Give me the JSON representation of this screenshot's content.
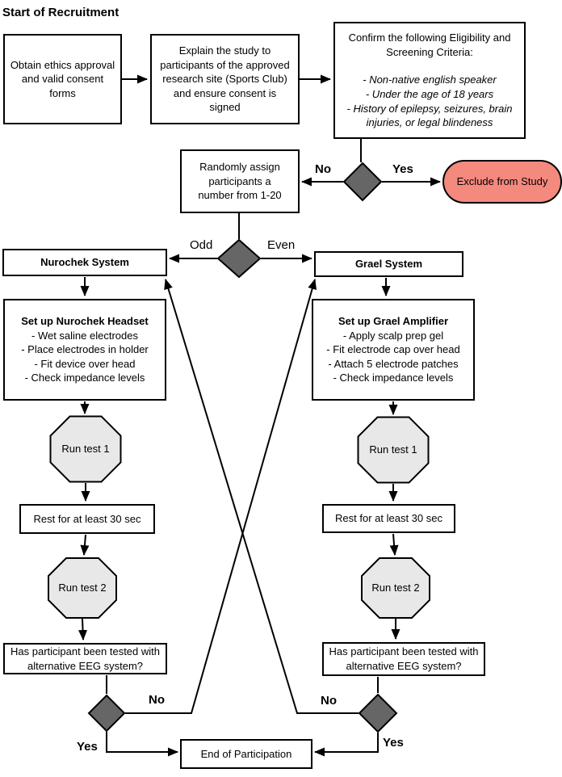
{
  "title": "Start of Recruitment",
  "colors": {
    "stroke": "#000000",
    "decision_fill": "#666666",
    "test_fill": "#e8e8e8",
    "exclude_fill": "#f4897e"
  },
  "labels": {
    "no": "No",
    "yes": "Yes",
    "odd": "Odd",
    "even": "Even"
  },
  "nodes": {
    "obtain_ethics": {
      "label": "Obtain ethics approval and valid consent forms"
    },
    "explain_study": {
      "label": "Explain the study to participants of the approved research site (Sports Club) and ensure consent is signed"
    },
    "eligibility": {
      "heading": "Confirm the following Eligibility and Screening Criteria:",
      "items": [
        "- Non-native english speaker",
        "- Under the age of 18 years",
        "- History of epilepsy, seizures, brain injuries, or legal blindeness"
      ]
    },
    "random_assign": {
      "label": "Randomly assign participants a number from 1-20"
    },
    "exclude": {
      "label": "Exclude from Study"
    },
    "nurochek_system": {
      "label": "Nurochek System"
    },
    "grael_system": {
      "label": "Grael System"
    },
    "setup_nurochek": {
      "heading": "Set up Nurochek Headset",
      "items": [
        "- Wet saline electrodes",
        "- Place electrodes in holder",
        "- Fit device over head",
        "- Check impedance levels"
      ]
    },
    "setup_grael": {
      "heading": "Set up Grael Amplifier",
      "items": [
        "- Apply scalp prep gel",
        "- Fit electrode cap over head",
        "- Attach 5 electrode patches",
        "- Check impedance levels"
      ]
    },
    "run_test_1": {
      "label": "Run test 1"
    },
    "rest": {
      "label": "Rest for at least 30 sec"
    },
    "run_test_2": {
      "label": "Run test 2"
    },
    "tested_alternative": {
      "label": "Has participant been tested with alternative EEG system?"
    },
    "end": {
      "label": "End of Participation"
    }
  }
}
